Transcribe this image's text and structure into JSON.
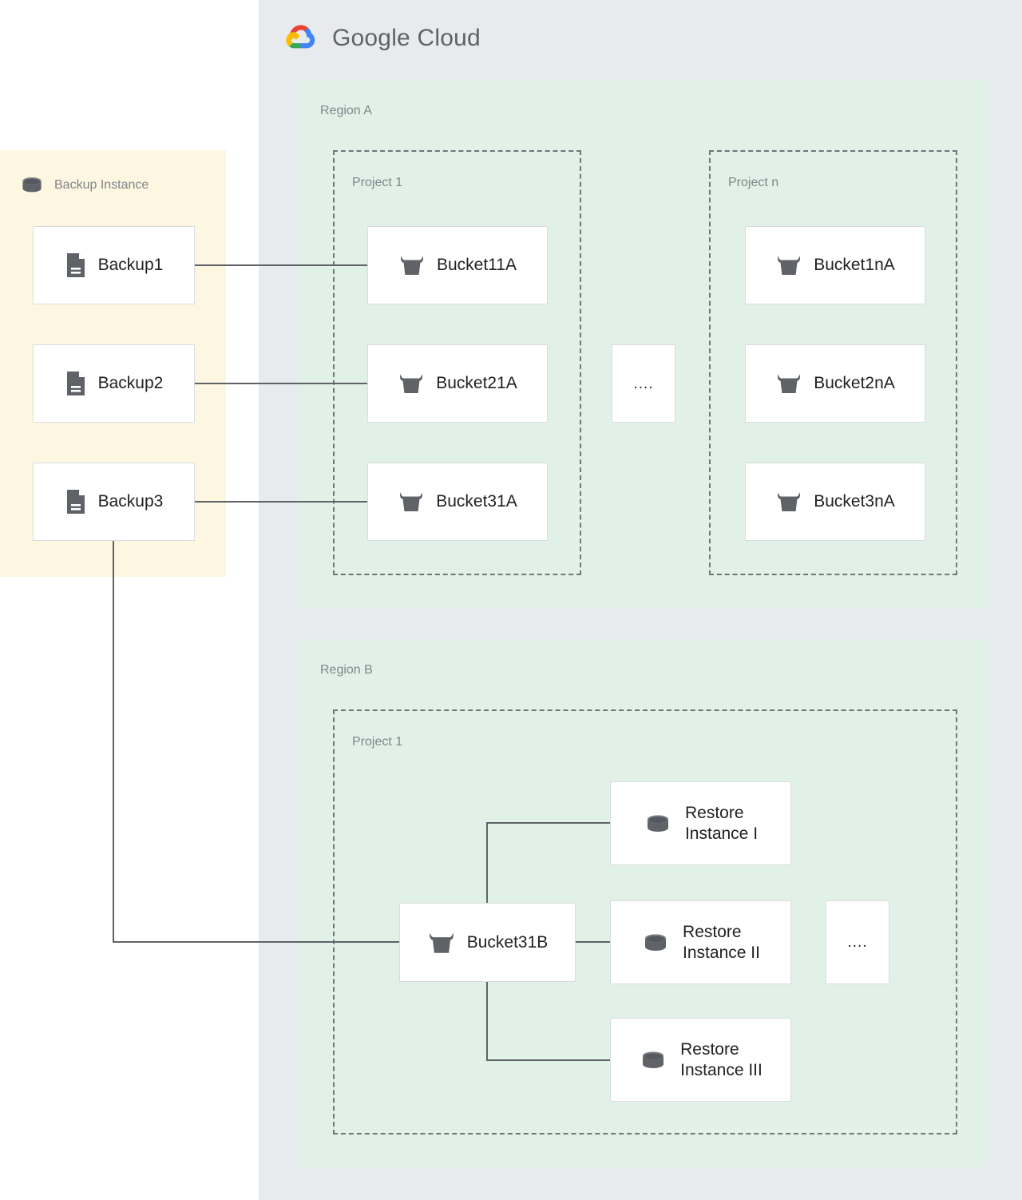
{
  "brand": {
    "name": "Google Cloud",
    "logo_icon": "google-cloud-logo-icon",
    "panel_color": "#e8ebed",
    "text_color": "#5f6368"
  },
  "backup_instance": {
    "title": "Backup Instance",
    "icon": "database-cylinder-icon",
    "panel_color": "#fdf6e0",
    "items": [
      {
        "label": "Backup1",
        "icon": "document-icon"
      },
      {
        "label": "Backup2",
        "icon": "document-icon"
      },
      {
        "label": "Backup3",
        "icon": "document-icon"
      }
    ]
  },
  "regions": [
    {
      "label": "Region A",
      "color": "#e1f1e8",
      "projects": [
        {
          "label": "Project 1",
          "buckets": [
            {
              "label": "Bucket11A",
              "icon": "storage-bucket-icon"
            },
            {
              "label": "Bucket21A",
              "icon": "storage-bucket-icon"
            },
            {
              "label": "Bucket31A",
              "icon": "storage-bucket-icon"
            }
          ]
        },
        {
          "label": "Project n",
          "buckets": [
            {
              "label": "Bucket1nA",
              "icon": "storage-bucket-icon"
            },
            {
              "label": "Bucket2nA",
              "icon": "storage-bucket-icon"
            },
            {
              "label": "Bucket3nA",
              "icon": "storage-bucket-icon"
            }
          ]
        }
      ],
      "ellipsis": "...."
    },
    {
      "label": "Region B",
      "color": "#e1f1e8",
      "projects": [
        {
          "label": "Project 1",
          "buckets": [
            {
              "label": "Bucket31B",
              "icon": "storage-bucket-icon"
            }
          ],
          "restore_instances": [
            {
              "label": "Restore\nInstance I",
              "icon": "database-cylinder-icon"
            },
            {
              "label": "Restore\nInstance II",
              "icon": "database-cylinder-icon"
            },
            {
              "label": "Restore\nInstance III",
              "icon": "database-cylinder-icon"
            }
          ]
        }
      ],
      "ellipsis": "...."
    }
  ],
  "connections": [
    {
      "from": "Backup1",
      "to": "Bucket11A"
    },
    {
      "from": "Backup2",
      "to": "Bucket21A"
    },
    {
      "from": "Backup3",
      "to": "Bucket31A"
    },
    {
      "from": "Backup3",
      "to": "Bucket31B"
    },
    {
      "from": "Bucket31B",
      "to": "Restore Instance I"
    },
    {
      "from": "Bucket31B",
      "to": "Restore Instance II"
    },
    {
      "from": "Bucket31B",
      "to": "Restore Instance III"
    }
  ],
  "colors": {
    "wire": "#5f6368",
    "card_border": "#dadce0",
    "dashed_border": "#70757a",
    "label_text": "#80868b",
    "card_text": "#202124",
    "icon_fill": "#5f6368"
  }
}
